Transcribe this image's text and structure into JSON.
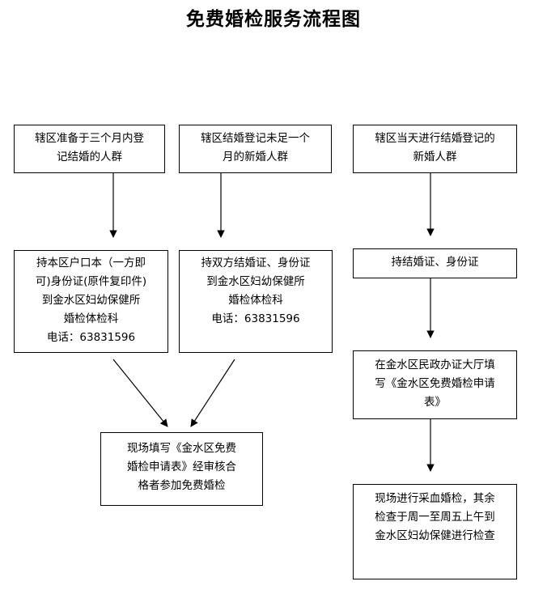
{
  "title": "免费婚检服务流程图",
  "col1": {
    "top": [
      "辖区准备于三个月内登",
      "记结婚的人群"
    ],
    "middle": [
      "持本区户口本（一方即",
      "可)身份证(原件复印件)",
      "到金水区妇幼保健所",
      "婚检体检科",
      "电话：63831596"
    ]
  },
  "col2": {
    "top": [
      "辖区结婚登记未足一个",
      "月的新婚人群"
    ],
    "middle": [
      "持双方结婚证、身份证",
      "到金水区妇幼保健所",
      "婚检体检科",
      "电话：63831596"
    ]
  },
  "merge": [
    "现场填写《金水区免费",
    "婚检申请表》经审核合",
    "格者参加免费婚检"
  ],
  "col3": {
    "top": [
      "辖区当天进行结婚登记的",
      "新婚人群"
    ],
    "middle": [
      "持结婚证、身份证"
    ],
    "apply": [
      "在金水区民政办证大厅填",
      "写《金水区免费婚检申请",
      "表》"
    ],
    "final": [
      "现场进行采血婚检，其余",
      "检查于周一至周五上午到",
      "金水区妇幼保健进行检查"
    ]
  }
}
